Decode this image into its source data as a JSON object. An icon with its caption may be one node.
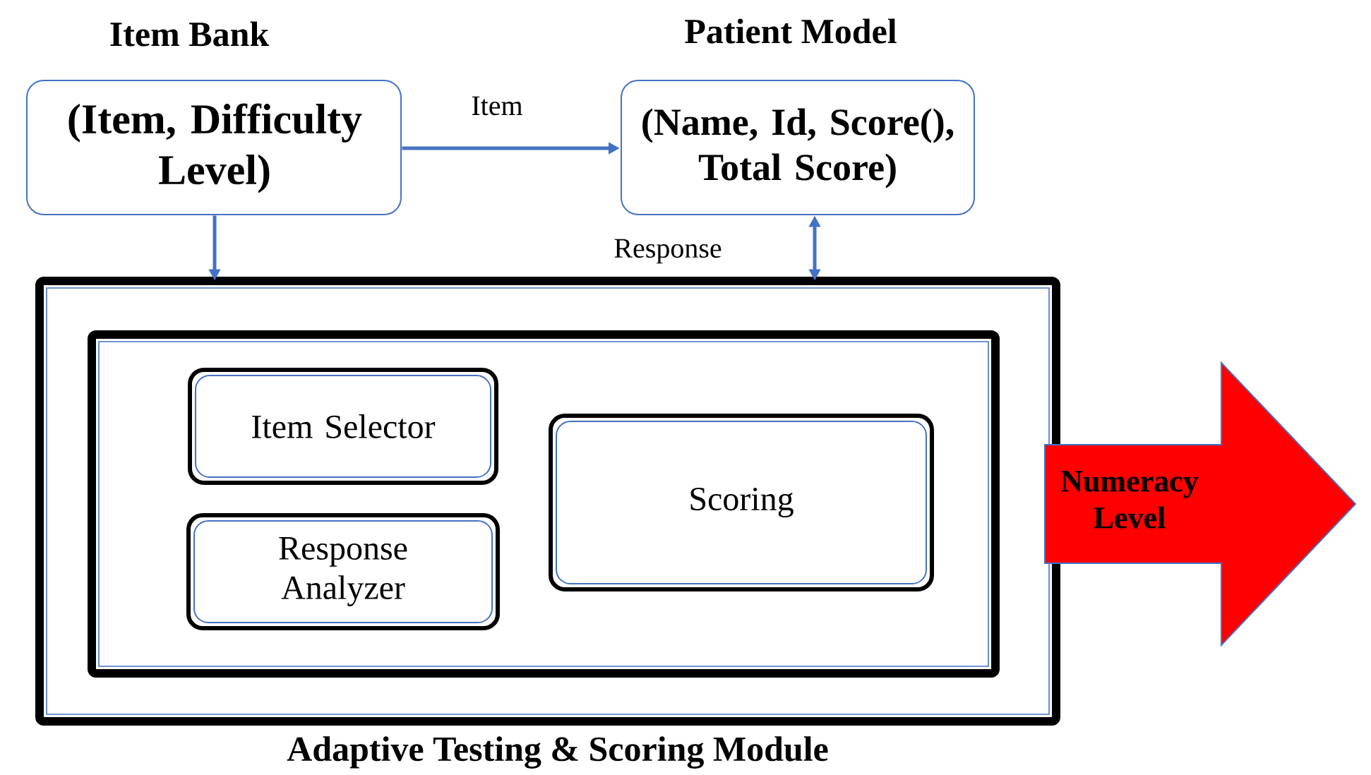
{
  "diagram": {
    "nodes": [
      {
        "text": [
          "Item Bank",
          "(Item, Difficulty Level)"
        ]
      },
      {
        "text": [
          "Patient Model",
          "(Name, Id, Score(), Total Score)"
        ]
      },
      {
        "text": [
          "Adaptive Testing & Scoring Module"
        ]
      },
      {
        "text": [],
        "shape": "box",
        "in": 2
      },
      {
        "text": [
          "Item Selector"
        ],
        "in": 3
      },
      {
        "text": [
          "Response Analyzer"
        ],
        "in": 3
      },
      {
        "text": [
          "Scoring"
        ],
        "in": 3
      },
      {
        "text": [
          "Numeracy Level"
        ]
      }
    ],
    "edges": [
      {
        "from": 0,
        "to": 1,
        "arrow": "to",
        "label": "Item"
      },
      {
        "from": 0,
        "to": 2,
        "arrow": "to"
      },
      {
        "from": 1,
        "to": 2,
        "arrow": "both",
        "label": "Response"
      }
    ]
  }
}
